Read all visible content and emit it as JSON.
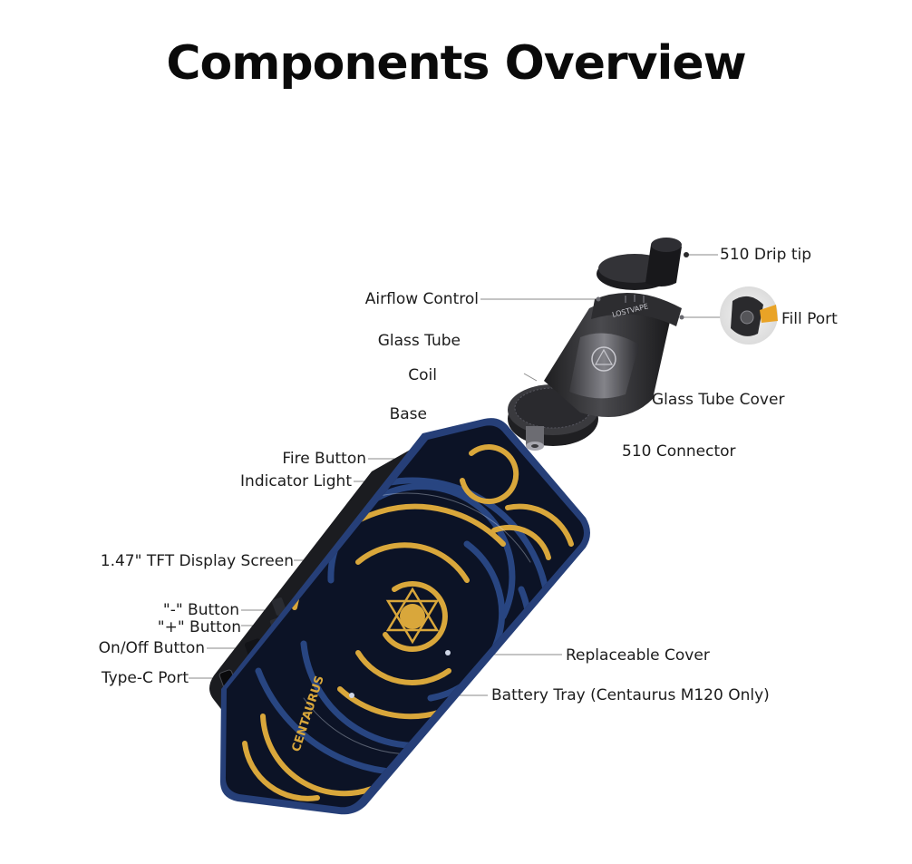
{
  "title": "Components Overview",
  "colors": {
    "device_frame": "#263f78",
    "cover_base": "#0c1326",
    "swirl_gold": "#d9a73b",
    "swirl_blue": "#2c4c8c",
    "tank": "#2a2a2c",
    "leader_line": "#8a8a8a",
    "fill_port_accent": "#e9a326"
  },
  "device": {
    "tank_brand": "LOSTVAPE",
    "cover_brand": "CENTAURUS"
  },
  "labels": {
    "drip_tip": "510 Drip tip",
    "airflow": "Airflow Control",
    "fill_port": "Fill Port",
    "glass_tube": "Glass Tube",
    "coil": "Coil",
    "glass_tube_cover": "Glass Tube Cover",
    "base": "Base",
    "connector": "510 Connector",
    "fire_button": "Fire Button",
    "indicator": "Indicator Light",
    "display": "1.47\" TFT Display Screen",
    "minus_button": "\"-\" Button",
    "plus_button": "\"+\" Button",
    "onoff_button": "On/Off Button",
    "typec": "Type-C Port",
    "cover": "Replaceable Cover",
    "battery_tray": "Battery Tray (Centaurus M120 Only)"
  }
}
